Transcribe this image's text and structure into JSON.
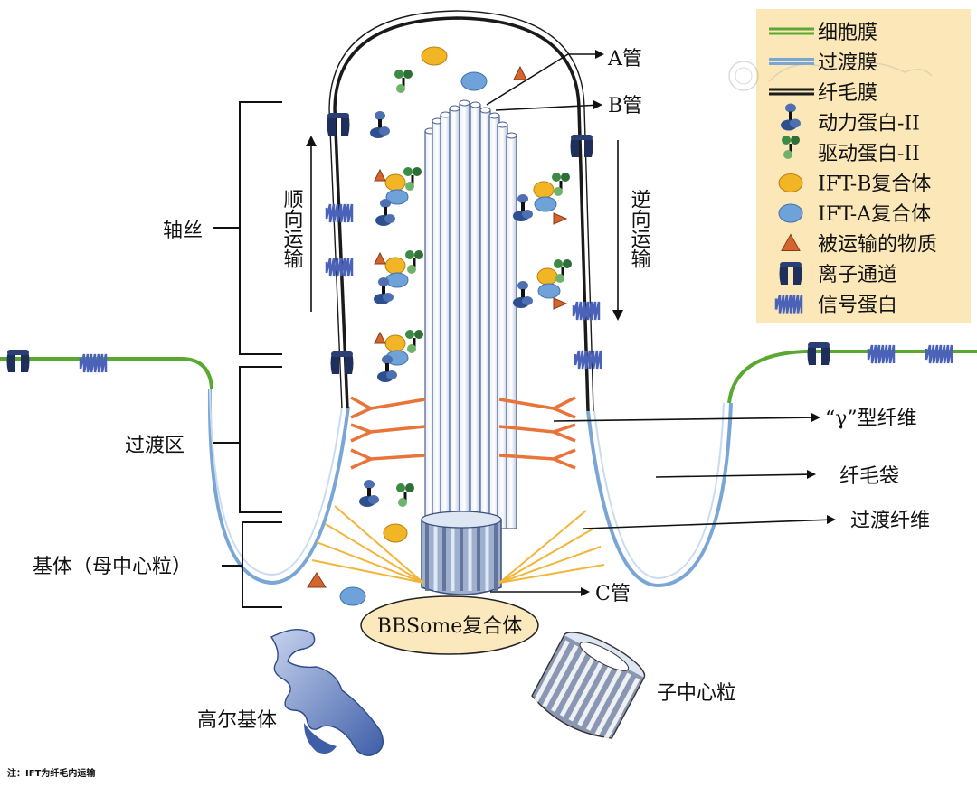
{
  "legend": {
    "items": [
      {
        "text": "细胞膜",
        "icon": "cell-membrane-line-icon"
      },
      {
        "text": "过渡膜",
        "icon": "transition-membrane-line-icon"
      },
      {
        "text": "纤毛膜",
        "icon": "cilia-membrane-line-icon"
      },
      {
        "text": "动力蛋白-II",
        "icon": "dynein-2-icon"
      },
      {
        "text": "驱动蛋白-II",
        "icon": "kinesin-2-icon"
      },
      {
        "text": "IFT-B复合体",
        "icon": "ift-b-complex-icon"
      },
      {
        "text": "IFT-A复合体",
        "icon": "ift-a-complex-icon"
      },
      {
        "text": "被运输的物质",
        "icon": "cargo-triangle-icon"
      },
      {
        "text": "离子通道",
        "icon": "ion-channel-icon"
      },
      {
        "text": "信号蛋白",
        "icon": "signal-protein-icon"
      }
    ]
  },
  "labels": {
    "a_tubule": "A管",
    "b_tubule": "B管",
    "c_tubule": "C管",
    "anterograde": "顺向运输",
    "retrograde": "逆向运输",
    "axoneme": "轴丝",
    "transition_zone": "过渡区",
    "basal_body": "基体（母中心粒）",
    "y_fibers": "“γ”型纤维",
    "ciliary_pocket": "纤毛袋",
    "transition_fibers": "过渡纤维",
    "bbsome": "BBSome复合体",
    "golgi": "高尔基体",
    "daughter_centriole": "子中心粒"
  },
  "note": "注：IFT为纤毛内运输",
  "colors": {
    "cell_membrane": "#5aa832",
    "transition_membrane": "#7aa6d6",
    "cilia_membrane": "#1a1a1a",
    "dynein": "#2d4f8e",
    "kinesin": "#3c8a44",
    "ift_b": "#f2b526",
    "ift_a": "#6fa2d8",
    "cargo": "#d4652e",
    "ion_channel": "#1f2f5c",
    "signal": "#4a63b8",
    "y_fiber": "#e8743a",
    "transition_fiber": "#f2b53a",
    "legend_bg": "#fbe7b8",
    "bbsome_bg": "#fbe9bd"
  }
}
